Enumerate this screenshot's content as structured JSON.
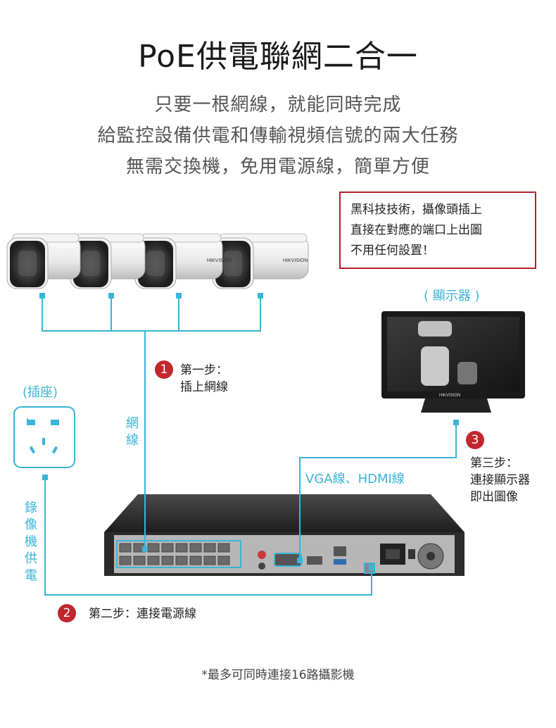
{
  "title": "PoE供電聯網二合一",
  "subtitle_lines": [
    "只要一根網線，就能同時完成",
    "給監控設備供電和傳輸視頻信號的兩大任務",
    "無需交換機，免用電源線，簡單方便"
  ],
  "note_lines": [
    "黑科技技術，攝像頭插上",
    "直接在對應的端口上出圖",
    "不用任何設置！"
  ],
  "monitor_label": "( 顯示器 )",
  "socket_label": "(插座)",
  "cable_label": "網線",
  "power_label": "錄像機供電",
  "vga_label": "VGA線、HDMI線",
  "steps": [
    {
      "num": "1",
      "lines": [
        "第一步：",
        "插上網線"
      ]
    },
    {
      "num": "2",
      "lines": [
        "第二步：連接電源線"
      ]
    },
    {
      "num": "3",
      "lines": [
        "第三步：",
        "連接顯示器",
        "即出圖像"
      ]
    }
  ],
  "camera_brand": "HIKVISION",
  "monitor_brand": "HIKVISION",
  "footnote": "*最多可同時連接16路攝影機",
  "colors": {
    "accent": "#3ab4d8",
    "step": "#c1272d",
    "box_border": "#b3202a"
  }
}
